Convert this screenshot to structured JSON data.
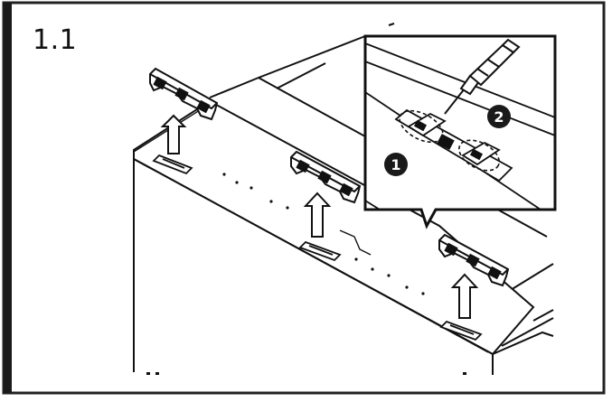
{
  "step": {
    "number": "1.1"
  },
  "callouts": [
    {
      "label": "1"
    },
    {
      "label": "2"
    }
  ],
  "icons": {
    "tool": "screwdriver-icon",
    "direction": "arrow-up-icon"
  },
  "colors": {
    "line": "#111111",
    "background": "#ffffff",
    "frame": "#222222",
    "badge": "#1a1a1a",
    "badge_text": "#ffffff"
  }
}
